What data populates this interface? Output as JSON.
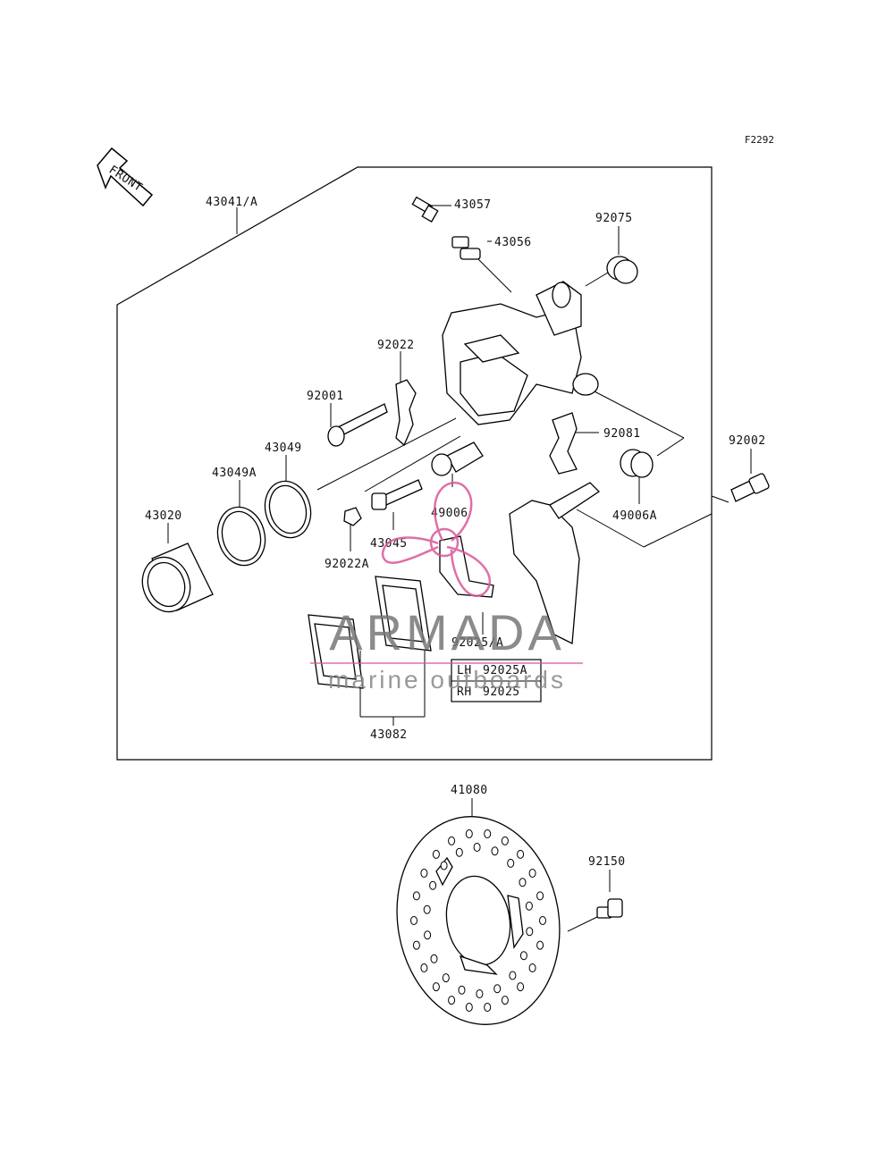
{
  "figure_code": "F2292",
  "front_arrow_label": "FRONT",
  "watermark": {
    "brand": "ARMADA",
    "tagline": "marine outboards",
    "color": "#d9589a"
  },
  "parts": {
    "p43041": "43041/A",
    "p43057": "43057",
    "p43056": "43056",
    "p92075": "92075",
    "p92022": "92022",
    "p92001": "92001",
    "p92081": "92081",
    "p92002": "92002",
    "p43049": "43049",
    "p43049A": "43049A",
    "p49006": "49006",
    "p49006A": "49006A",
    "p43020": "43020",
    "p43045": "43045",
    "p92022A": "92022A",
    "p92025A": "92025/A",
    "p43082": "43082",
    "p41080": "41080",
    "p92150": "92150"
  },
  "side_table": [
    {
      "side": "LH",
      "part": "92025A"
    },
    {
      "side": "RH",
      "part": "92025"
    }
  ]
}
